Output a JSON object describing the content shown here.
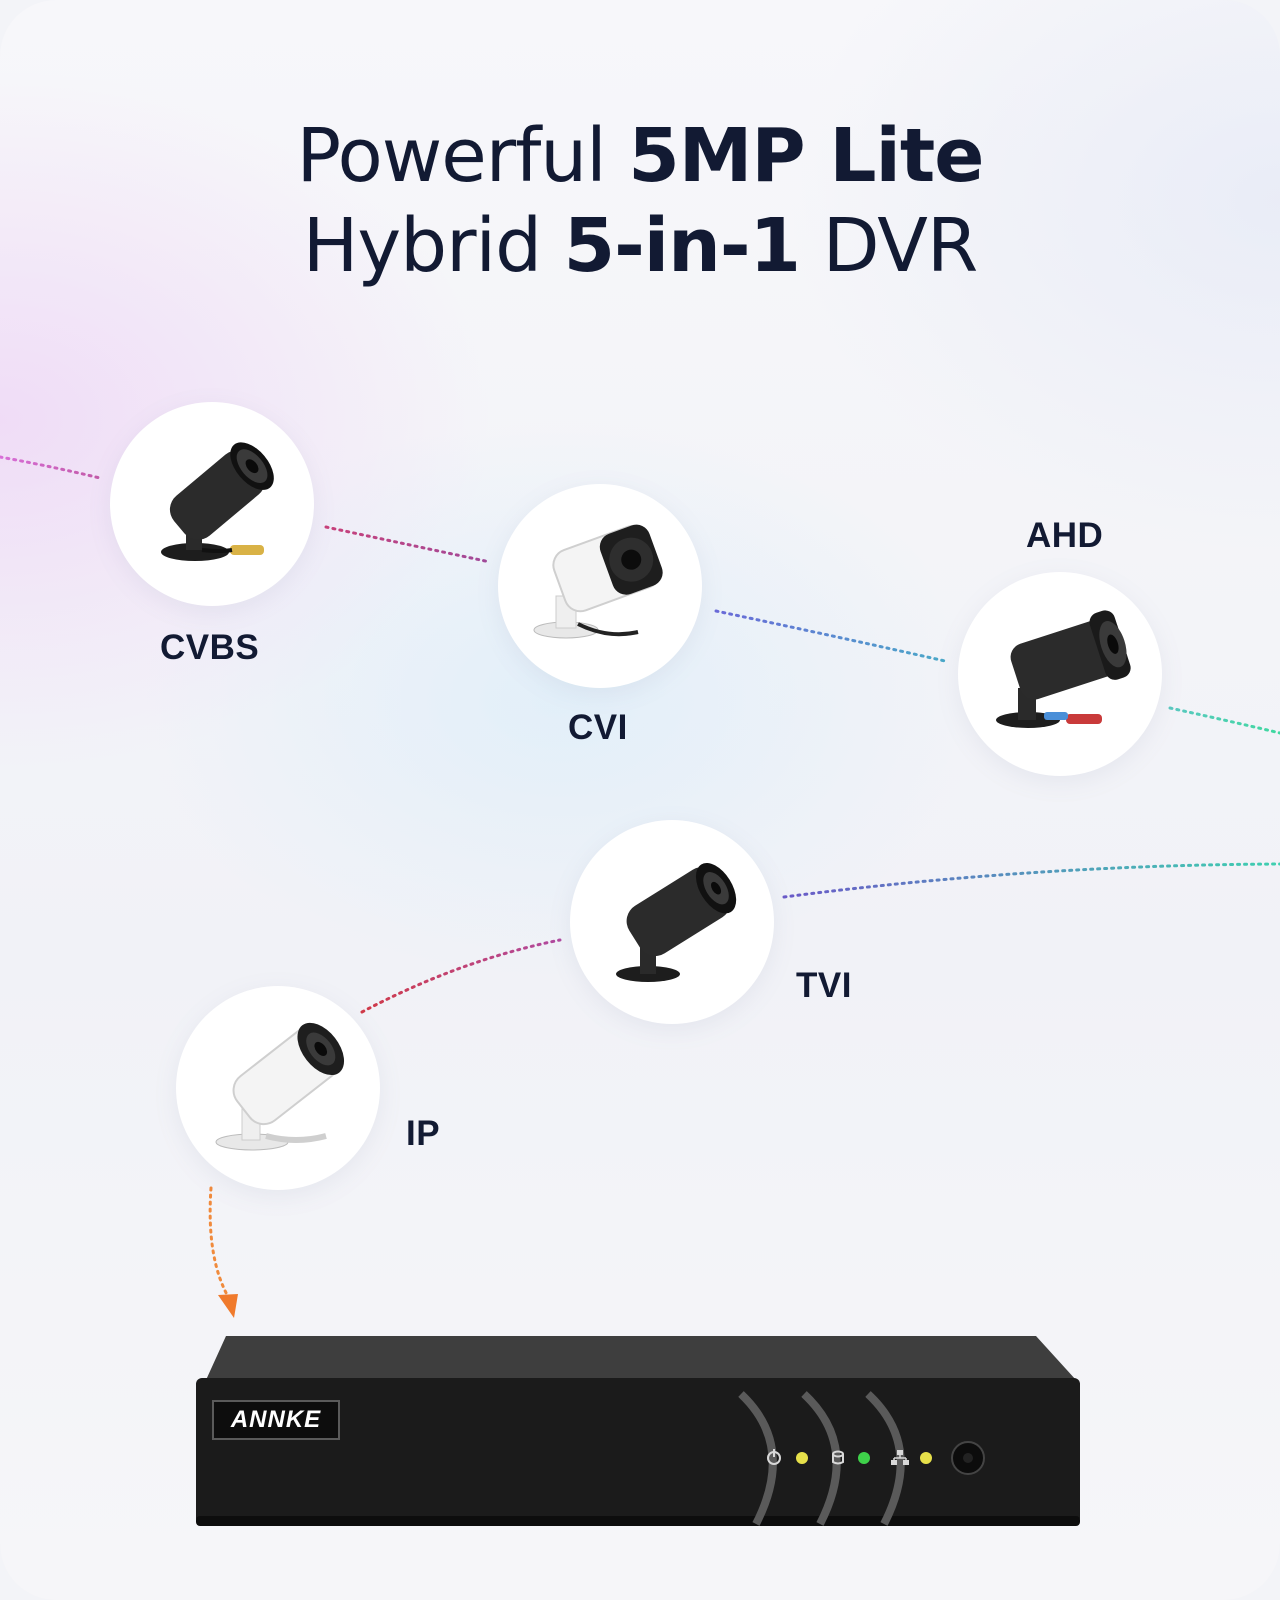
{
  "headline": {
    "line1_regular": "Powerful ",
    "line1_bold": "5MP Lite",
    "line2_regular_a": "Hybrid ",
    "line2_bold": "5-in-1",
    "line2_regular_b": " DVR"
  },
  "cameras": [
    {
      "label": "CVBS",
      "style": "black-bullet"
    },
    {
      "label": "CVI",
      "style": "white-bullet"
    },
    {
      "label": "AHD",
      "style": "black-bullet"
    },
    {
      "label": "TVI",
      "style": "black-bullet"
    },
    {
      "label": "IP",
      "style": "white-bullet"
    }
  ],
  "dvr": {
    "brand": "ANNKE",
    "indicators": [
      "power-icon",
      "hdd-icon",
      "network-icon"
    ],
    "led_colors": [
      "#e6e04a",
      "#3ed14a",
      "#e6e04a"
    ]
  },
  "colors": {
    "text": "#121a33",
    "arrow": "#f08a3c"
  }
}
